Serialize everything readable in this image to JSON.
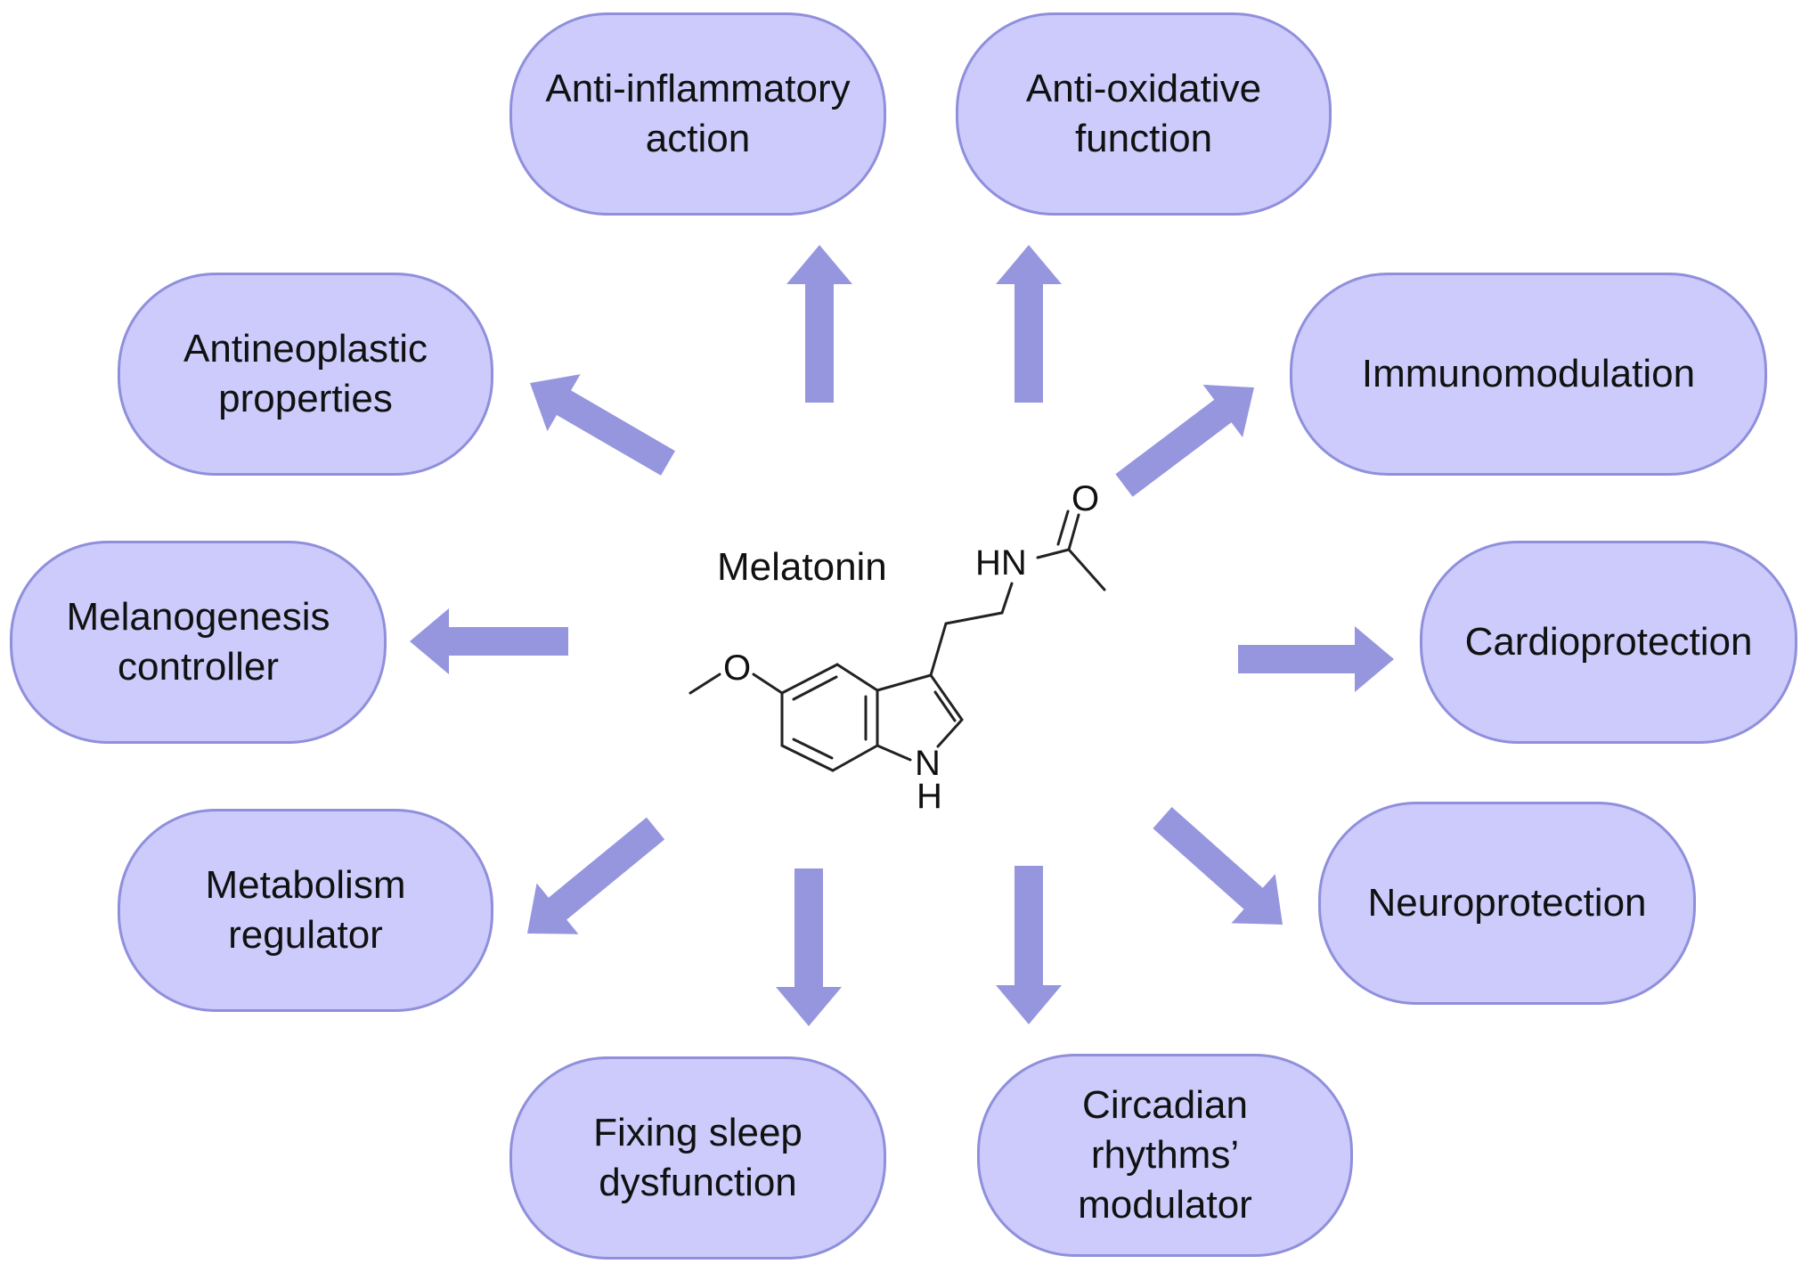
{
  "center": {
    "label": "Melatonin",
    "atoms": {
      "o_methoxy": "O",
      "hn": "HN",
      "o_carbonyl": "O",
      "n_ring": "N",
      "h_ring": "H"
    }
  },
  "nodes": [
    {
      "id": "anti-inflammatory",
      "label": "Anti-inflammatory\naction"
    },
    {
      "id": "anti-oxidative",
      "label": "Anti-oxidative\nfunction"
    },
    {
      "id": "antineoplastic",
      "label": "Antineoplastic\nproperties"
    },
    {
      "id": "immunomodulation",
      "label": "Immunomodulation"
    },
    {
      "id": "melanogenesis",
      "label": "Melanogenesis\ncontroller"
    },
    {
      "id": "cardioprotection",
      "label": "Cardioprotection"
    },
    {
      "id": "metabolism",
      "label": "Metabolism\nregulator"
    },
    {
      "id": "neuroprotection",
      "label": "Neuroprotection"
    },
    {
      "id": "sleep",
      "label": "Fixing sleep\ndysfunction"
    },
    {
      "id": "circadian",
      "label": "Circadian\nrhythms’\nmodulator"
    }
  ],
  "colors": {
    "node_fill": "#cccbfb",
    "node_border": "#8f8fdc",
    "arrow": "#9696df",
    "bond": "#222222"
  }
}
